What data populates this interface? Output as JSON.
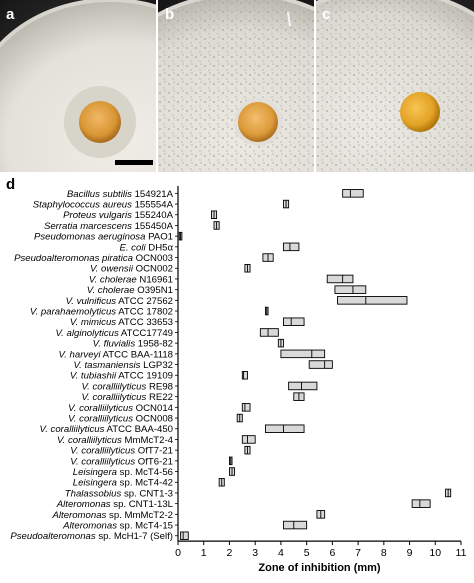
{
  "figure": {
    "panel_labels": [
      "a",
      "b",
      "c"
    ],
    "chart_panel_label": "d"
  },
  "chart_data": {
    "type": "bar",
    "orientation": "horizontal",
    "subtype": "range (floating boxes with median line)",
    "xlabel": "Zone of inhibition (mm)",
    "xlim": [
      0,
      11
    ],
    "xticks": [
      0,
      1,
      2,
      3,
      4,
      5,
      6,
      7,
      8,
      9,
      10,
      11
    ],
    "grid": false,
    "box_color": "#d9d9d9",
    "categories": [
      {
        "name": "Bacillus subtilis",
        "strain": "154921A",
        "min": 6.4,
        "median": 6.7,
        "max": 7.2
      },
      {
        "name": "Staphylococcus aureus",
        "strain": "155554A",
        "min": 4.1,
        "median": 4.2,
        "max": 4.3
      },
      {
        "name": "Proteus vulgaris",
        "strain": "155240A",
        "min": 1.3,
        "median": 1.4,
        "max": 1.5
      },
      {
        "name": "Serratia marcescens",
        "strain": "155450A",
        "min": 1.4,
        "median": 1.5,
        "max": 1.6
      },
      {
        "name": "Pseudomonas aeruginosa",
        "strain": "PAO1",
        "min": 0.05,
        "median": 0.1,
        "max": 0.15
      },
      {
        "name": "E. coli",
        "strain": "DH5α",
        "min": 4.1,
        "median": 4.35,
        "max": 4.7
      },
      {
        "name": "Pseudoalteromonas piratica",
        "strain": "OCN003",
        "min": 3.3,
        "median": 3.5,
        "max": 3.7
      },
      {
        "name": "V. owensii",
        "strain": "OCN002",
        "min": 2.6,
        "median": 2.7,
        "max": 2.8
      },
      {
        "name": "V. cholerae",
        "strain": "N16961",
        "min": 5.8,
        "median": 6.4,
        "max": 6.8
      },
      {
        "name": "V. cholerae",
        "strain": "O395N1",
        "min": 6.1,
        "median": 6.8,
        "max": 7.3
      },
      {
        "name": "V. vulnificus",
        "strain": "ATCC 27562",
        "min": 6.2,
        "median": 7.3,
        "max": 8.9
      },
      {
        "name": "V. parahaemolyticus",
        "strain": "ATCC 17802",
        "min": 3.4,
        "median": 3.45,
        "max": 3.5
      },
      {
        "name": "V. mimicus",
        "strain": "ATCC 33653",
        "min": 4.1,
        "median": 4.4,
        "max": 4.9
      },
      {
        "name": "V. alginolyticus",
        "strain": "ATCC17749",
        "min": 3.2,
        "median": 3.5,
        "max": 3.9
      },
      {
        "name": "V. fluvialis",
        "strain": "1958-82",
        "min": 3.9,
        "median": 4.0,
        "max": 4.1
      },
      {
        "name": "V. harveyi",
        "strain": "ATCC BAA-1118",
        "min": 4.0,
        "median": 5.2,
        "max": 5.7
      },
      {
        "name": "V. tasmaniensis",
        "strain": "LGP32",
        "min": 5.1,
        "median": 5.7,
        "max": 6.0
      },
      {
        "name": "V. tubiashii",
        "strain": "ATCC 19109",
        "min": 2.5,
        "median": 2.55,
        "max": 2.7
      },
      {
        "name": "V. coralliilyticus",
        "strain": "RE98",
        "min": 4.3,
        "median": 4.8,
        "max": 5.4
      },
      {
        "name": "V. coralliilyticus",
        "strain": "RE22",
        "min": 4.5,
        "median": 4.7,
        "max": 4.9
      },
      {
        "name": "V. coralliilyticus",
        "strain": "OCN014",
        "min": 2.5,
        "median": 2.6,
        "max": 2.8
      },
      {
        "name": "V. coralliilyticus",
        "strain": "OCN008",
        "min": 2.3,
        "median": 2.4,
        "max": 2.5
      },
      {
        "name": "V. coralliilyticus",
        "strain": "ATCC BAA-450",
        "min": 3.4,
        "median": 4.1,
        "max": 4.9
      },
      {
        "name": "V. coralliilyticus",
        "strain": "MmMcT2-4",
        "min": 2.5,
        "median": 2.7,
        "max": 3.0
      },
      {
        "name": "V. coralliilyticus",
        "strain": "OfT7-21",
        "min": 2.6,
        "median": 2.7,
        "max": 2.8
      },
      {
        "name": "V. coralliilyticus",
        "strain": "OfT6-21",
        "min": 2.0,
        "median": 2.05,
        "max": 2.1
      },
      {
        "name": "Leisingera",
        "strain": "sp. McT4-56",
        "min": 2.0,
        "median": 2.1,
        "max": 2.2
      },
      {
        "name": "Leisingera",
        "strain": "sp. McT4-42",
        "min": 1.6,
        "median": 1.7,
        "max": 1.8
      },
      {
        "name": "Thalassobius",
        "strain": "sp. CNT1-3",
        "min": 10.4,
        "median": 10.5,
        "max": 10.6
      },
      {
        "name": "Alteromonas",
        "strain": "sp. CNT1-13L",
        "min": 9.1,
        "median": 9.4,
        "max": 9.8
      },
      {
        "name": "Alteromonas",
        "strain": "sp. MmMcT2-2",
        "min": 5.4,
        "median": 5.55,
        "max": 5.7
      },
      {
        "name": "Alteromonas",
        "strain": "sp. McT4-15",
        "min": 4.1,
        "median": 4.5,
        "max": 5.0
      },
      {
        "name": "Pseudoalteromonas",
        "strain": "sp. McH1-7 (Self)",
        "min": 0.1,
        "median": 0.2,
        "max": 0.4
      }
    ]
  }
}
